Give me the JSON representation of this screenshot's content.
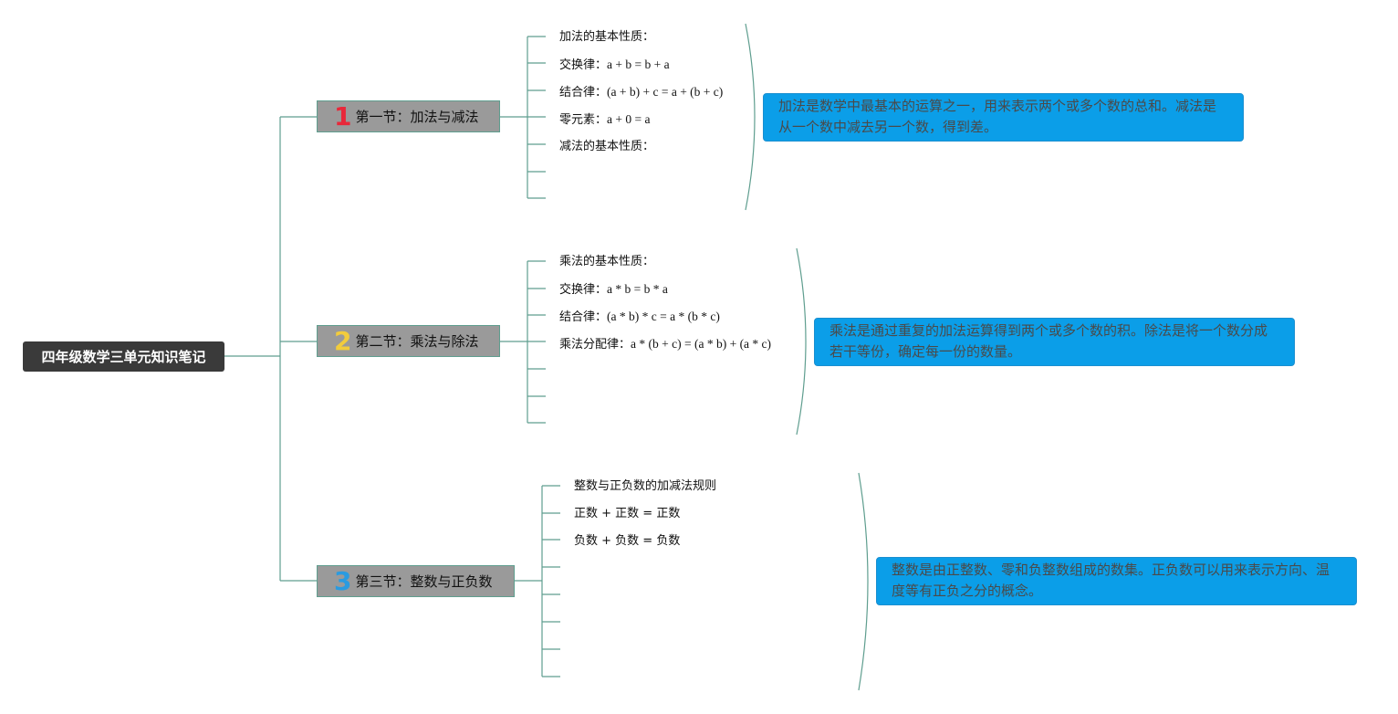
{
  "root": {
    "title": "四年级数学三单元知识笔记"
  },
  "sections": [
    {
      "num": "1",
      "num_color": "#e8283a",
      "title": "第一节：加法与减法",
      "items": [
        {
          "label": "加法的基本性质：",
          "formula": ""
        },
        {
          "label": "交换律：",
          "formula": "a + b = b + a"
        },
        {
          "label": "结合律：",
          "formula": "(a + b) + c = a + (b + c)"
        },
        {
          "label": "零元素：",
          "formula": "a + 0 = a"
        },
        {
          "label": "减法的基本性质：",
          "formula": ""
        }
      ],
      "summary": "加法是数学中最基本的运算之一，用来表示两个或多个数的总和。减法是从一个数中减去另一个数，得到差。"
    },
    {
      "num": "2",
      "num_color": "#f2cc3c",
      "title": "第二节：乘法与除法",
      "items": [
        {
          "label": "乘法的基本性质：",
          "formula": ""
        },
        {
          "label": "交换律：",
          "formula": "a * b = b * a"
        },
        {
          "label": "结合律：",
          "formula": "(a * b) * c = a * (b * c)"
        },
        {
          "label": "乘法分配律：",
          "formula": "a * (b + c) = (a * b) + (a * c)"
        }
      ],
      "summary": "乘法是通过重复的加法运算得到两个或多个数的积。除法是将一个数分成若干等份，确定每一份的数量。"
    },
    {
      "num": "3",
      "num_color": "#2a9be0",
      "title": "第三节：整数与正负数",
      "items": [
        {
          "label": "整数与正负数的加减法规则",
          "formula": ""
        },
        {
          "label": "正数 + 正数 = 正数",
          "formula": ""
        },
        {
          "label": "负数 + 负数 = 负数",
          "formula": ""
        }
      ],
      "summary": "整数是由正整数、零和负整数组成的数集。正负数可以用来表示方向、温度等有正负之分的概念。"
    }
  ]
}
